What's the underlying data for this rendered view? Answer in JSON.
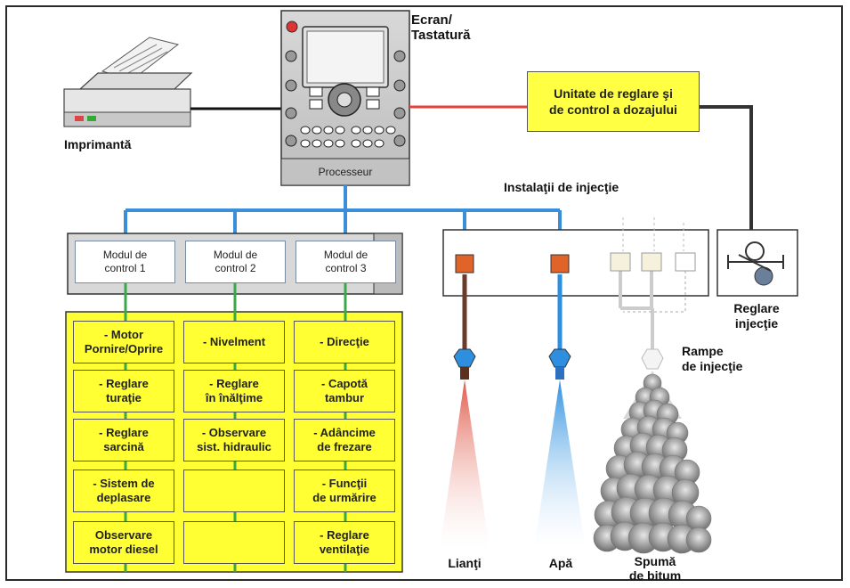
{
  "labels": {
    "screen_keyboard": "Ecran/\nTastatură",
    "printer": "Imprimantă",
    "processor": "Processeur",
    "dosage_unit": "Unitate de reglare şi\nde control a dozajului",
    "injection_installations": "Instalaţii de injecţie",
    "injection_regulation": "Reglare\ninjecţie",
    "injection_ramps": "Rampe\nde injecţie",
    "binder": "Lianţi",
    "water": "Apă",
    "bitumen_foam": "Spumă\nde bitum"
  },
  "modules": [
    {
      "label": "Modul de\ncontrol 1"
    },
    {
      "label": "Modul de\ncontrol 2"
    },
    {
      "label": "Modul de\ncontrol 3"
    }
  ],
  "functions": {
    "col1": [
      "- Motor\nPornire/Oprire",
      "- Reglare\nturaţie",
      "- Reglare\nsarcină",
      "- Sistem de\ndeplasare",
      "Observare\nmotor diesel"
    ],
    "col2": [
      "- Nivelment",
      "- Reglare\nîn înălţime",
      "- Observare\nsist. hidraulic",
      "",
      ""
    ],
    "col3": [
      "- Direcţie",
      "- Capotă\ntambur",
      "- Adâncime\nde frezare",
      "- Funcţii\nde urmărire",
      "- Reglare\nventilaţie"
    ]
  },
  "colors": {
    "bus_blue": "#3a8fd8",
    "panel_yellow": "#ffff33",
    "signal_red": "#e8403a",
    "green_bus": "#3aa84a",
    "binder_spray": "#e05a4a",
    "water_spray": "#4aa8e8"
  },
  "icons": {
    "printer": "printer-icon",
    "control_panel": "control-panel-icon",
    "injection_regulator": "valve-icon",
    "spray_nozzle": "nozzle-icon"
  }
}
